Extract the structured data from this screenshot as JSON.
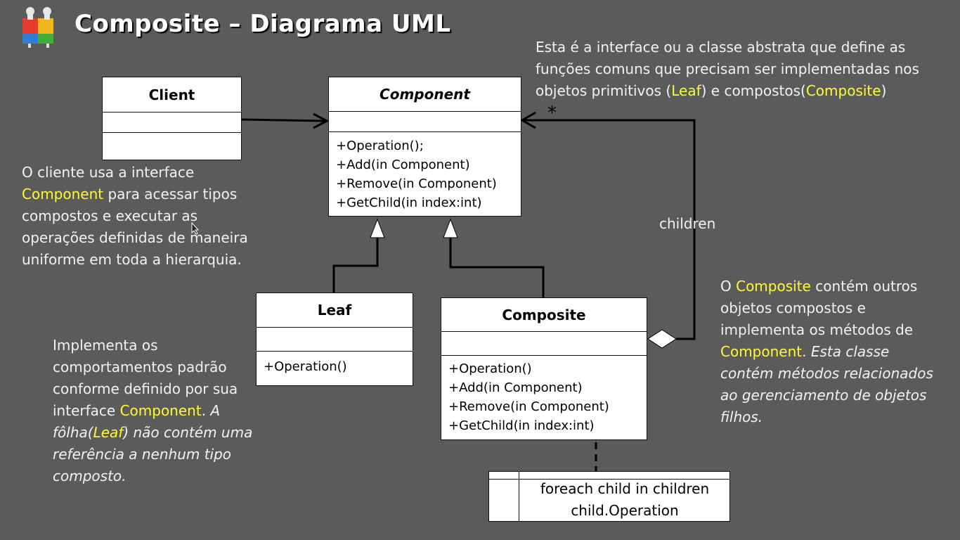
{
  "title": "Composite – Diagrama UML",
  "classes": {
    "client": {
      "name": "Client"
    },
    "component": {
      "name": "Component",
      "ops": [
        "+Operation();",
        "+Add(in Component)",
        "+Remove(in Component)",
        "+GetChild(in index:int)"
      ]
    },
    "leaf": {
      "name": "Leaf",
      "ops": [
        "+Operation()"
      ]
    },
    "composite": {
      "name": "Composite",
      "ops": [
        "+Operation()",
        "+Add(in Component)",
        "+Remove(in Component)",
        "+GetChild(in index:int)"
      ]
    }
  },
  "labels": {
    "children": "children",
    "multiplicity": "*"
  },
  "code_note": {
    "line1": "foreach  child in children",
    "line2": "child.Operation"
  },
  "notes": {
    "interface": {
      "t1": "Esta é a interface ou a classe abstrata que define as",
      "t2": "funções comuns que precisam ser implementadas nos",
      "t3": "objetos primitivos (",
      "hl1": "Leaf",
      "t4": ") e compostos(",
      "hl2": "Composite",
      "t5": ")"
    },
    "client": {
      "t1": "O cliente usa a interface",
      "hl1": "Component",
      "t2": " para acessar tipos",
      "t3": "compostos e executar as",
      "t4": "operações definidas de maneira",
      "t5": "uniforme em toda a hierarquia."
    },
    "leaf": {
      "t1": "Implementa os",
      "t2": "comportamentos padrão",
      "t3": "conforme definido por sua",
      "t4": "interface ",
      "hl1": "Component",
      "t5": ".  ",
      "i1": "A",
      "i2": "fôlha(",
      "hl2": "Leaf",
      "i3": ") não contém uma",
      "i4": "referência a nenhum tipo",
      "i5": "composto."
    },
    "composite": {
      "t1": "O ",
      "hl1": "Composite",
      "t2": " contém outros",
      "t3": "objetos compostos e",
      "t4": "implementa os métodos de",
      "hl2": "Component",
      "t5": ".  ",
      "i1": "Esta classe",
      "i2": "contém métodos relacionados",
      "i3": "ao gerenciamento de objetos",
      "i4": "filhos."
    }
  },
  "colors": {
    "background": "#5b5b5b",
    "highlight": "#fffb33",
    "text": "#f2f2f2"
  },
  "icons": {
    "logo": "puzzle-people-icon",
    "cursor": "mouse-cursor-icon"
  }
}
